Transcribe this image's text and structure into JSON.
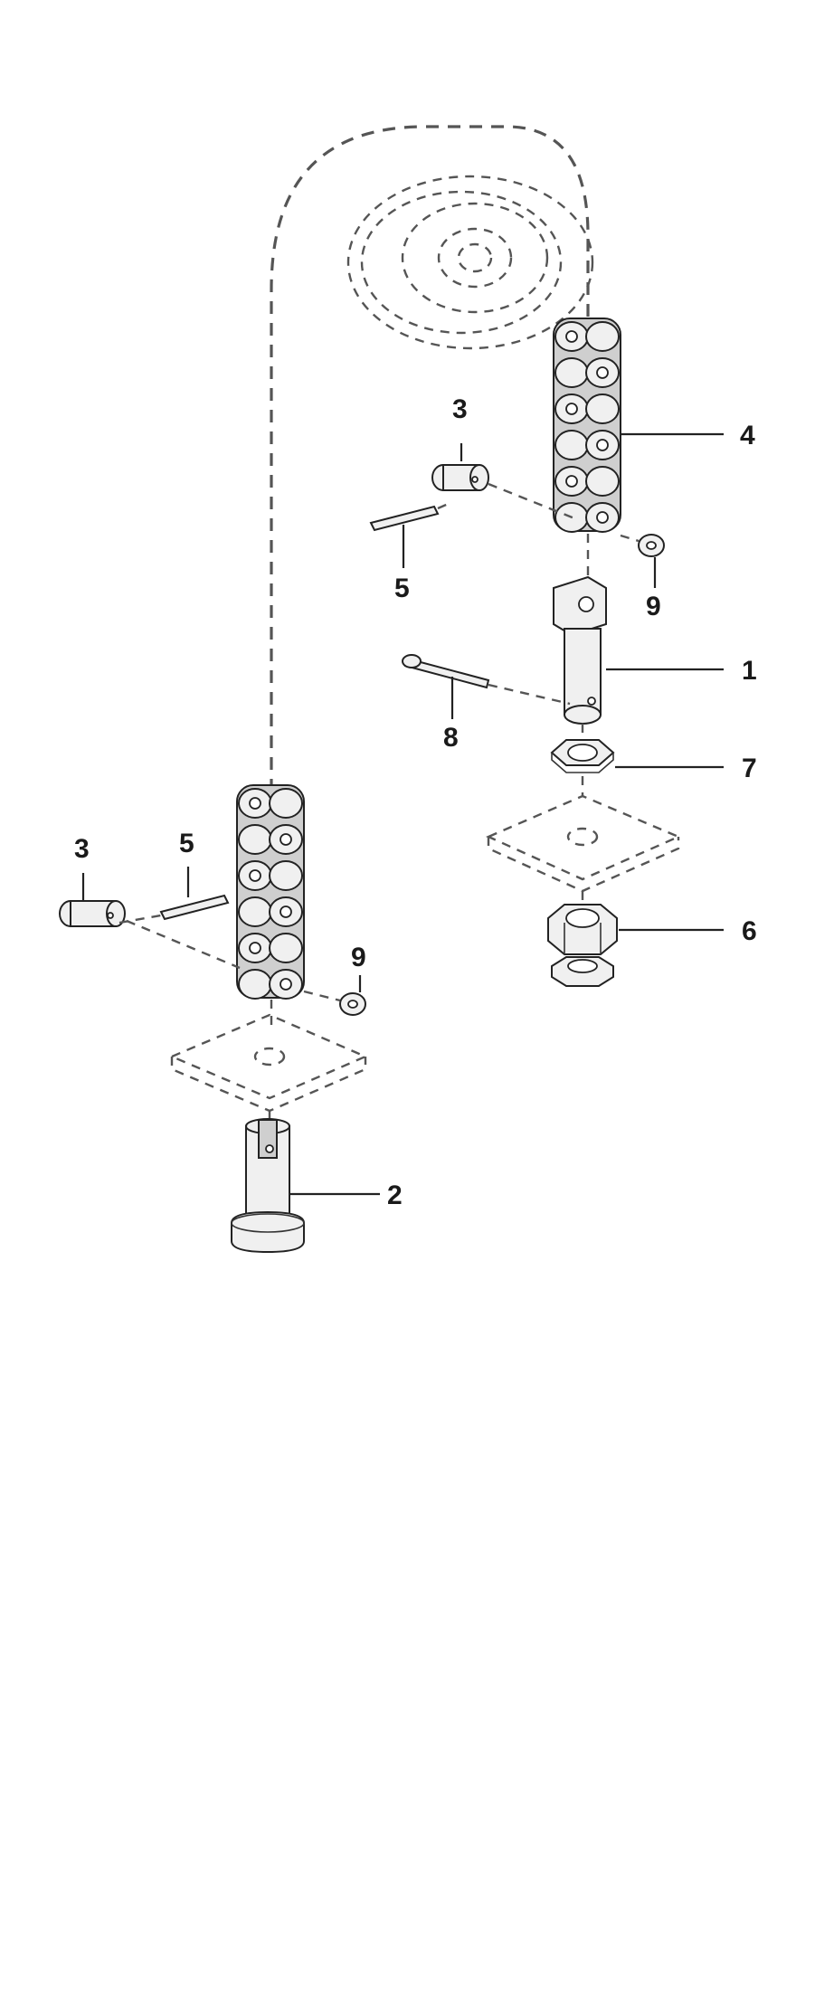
{
  "callouts": {
    "c1": "1",
    "c2": "2",
    "c3a": "3",
    "c3b": "3",
    "c4": "4",
    "c5a": "5",
    "c5b": "5",
    "c6": "6",
    "c7": "7",
    "c8": "8",
    "c9a": "9",
    "c9b": "9"
  }
}
